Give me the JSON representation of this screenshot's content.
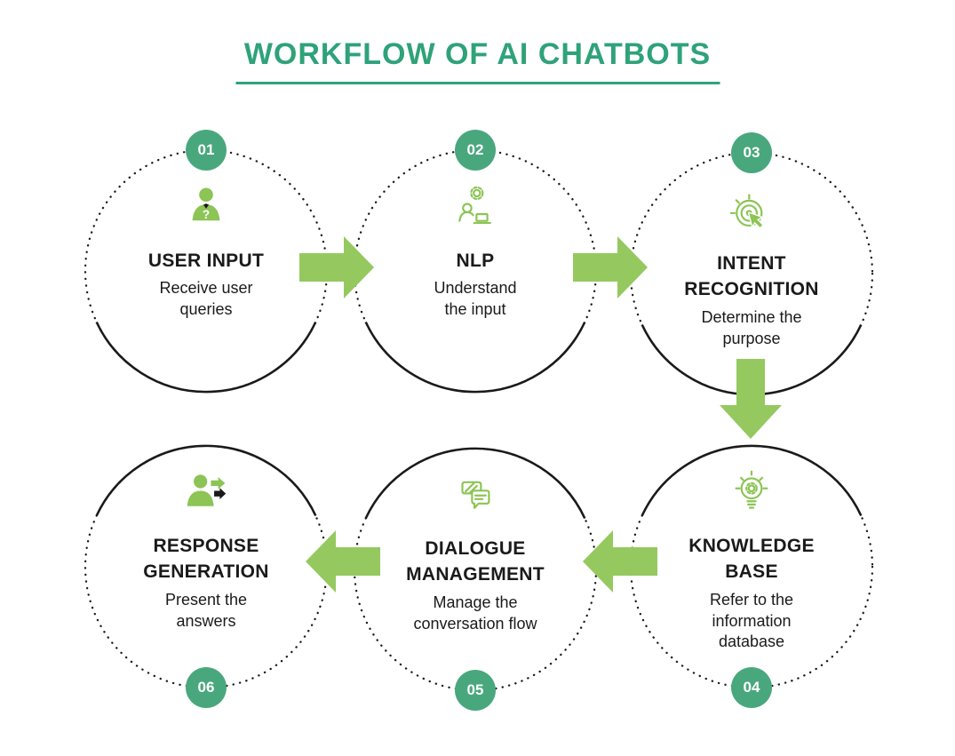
{
  "title": "WORKFLOW OF AI CHATBOTS",
  "colors": {
    "accent": "#2FA27A",
    "badge": "#49A77D",
    "arrow": "#95C95F",
    "icon": "#8CC455",
    "text": "#1A1A1A"
  },
  "steps": [
    {
      "number": "01",
      "title": "USER INPUT",
      "description": "Receive user\nqueries",
      "icon": "user-question-icon"
    },
    {
      "number": "02",
      "title": "NLP",
      "description": "Understand\nthe input",
      "icon": "user-gear-icon"
    },
    {
      "number": "03",
      "title": "INTENT\nRECOGNITION",
      "description": "Determine the\npurpose",
      "icon": "target-cursor-icon"
    },
    {
      "number": "04",
      "title": "KNOWLEDGE\nBASE",
      "description": "Refer to the\ninformation\ndatabase",
      "icon": "lightbulb-gear-icon"
    },
    {
      "number": "05",
      "title": "DIALOGUE\nMANAGEMENT",
      "description": "Manage the\nconversation flow",
      "icon": "chat-bubbles-icon"
    },
    {
      "number": "06",
      "title": "RESPONSE\nGENERATION",
      "description": "Present the\nanswers",
      "icon": "user-share-icon"
    }
  ]
}
